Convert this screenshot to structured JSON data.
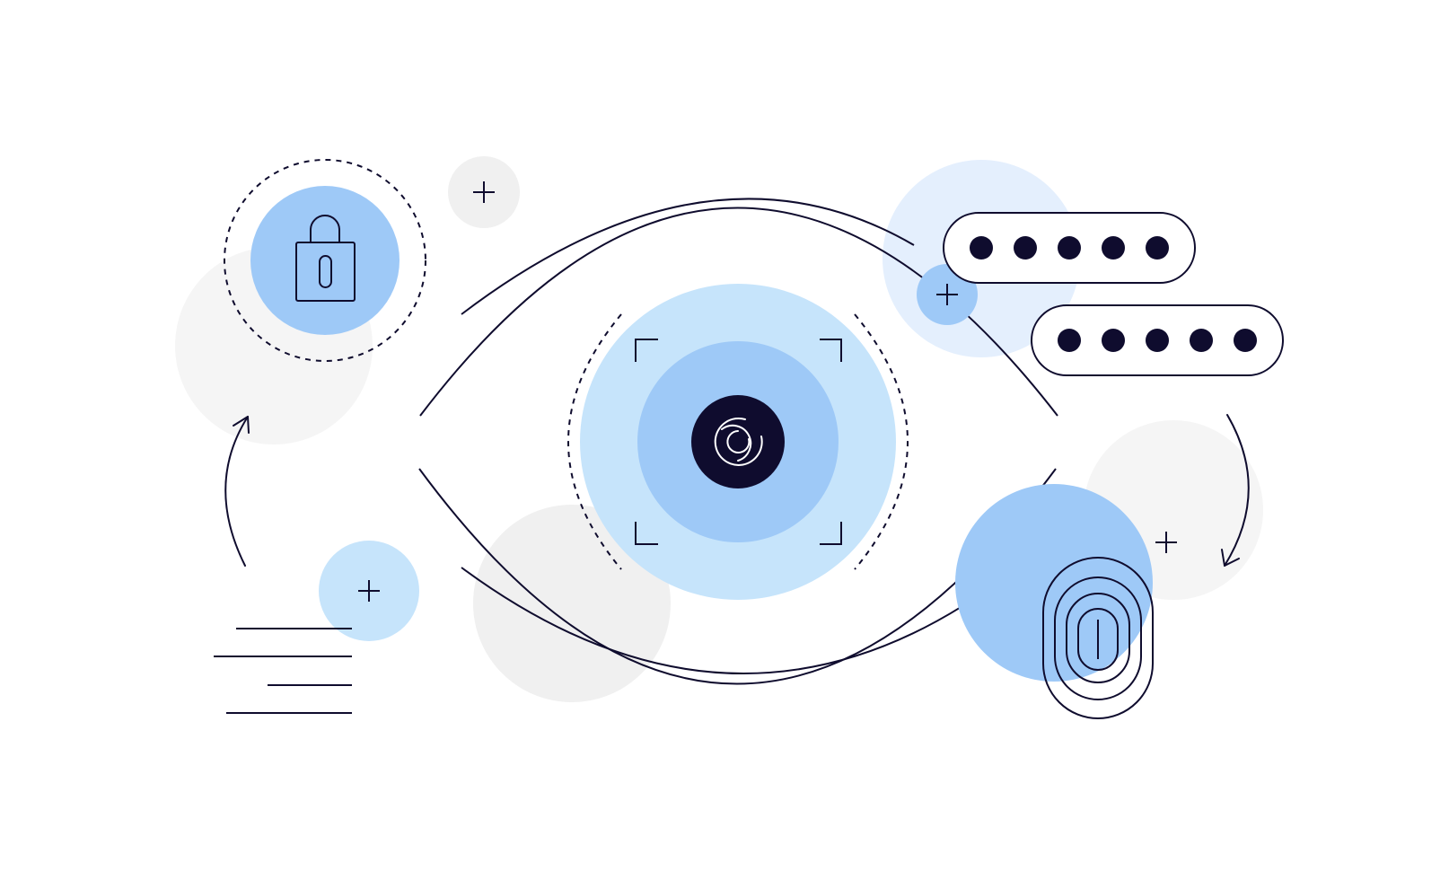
{
  "illustration": {
    "theme": "biometric-eye-scan-security",
    "colors": {
      "background": "#ffffff",
      "ink": "#0f0c2e",
      "accent_blue": "#9ec9f7",
      "light_blue": "#c6e4fb",
      "pale_blue": "#e4effd",
      "light_gray": "#f0f0f0",
      "lighter_gray": "#f5f5f5"
    },
    "icons": [
      "eye-scan-icon",
      "padlock-icon",
      "fingerprint-icon",
      "password-field-icon",
      "plus-icon",
      "refresh-arrow-icon"
    ],
    "password_fields": [
      {
        "masked_dots": 5
      },
      {
        "masked_dots": 5
      }
    ]
  }
}
